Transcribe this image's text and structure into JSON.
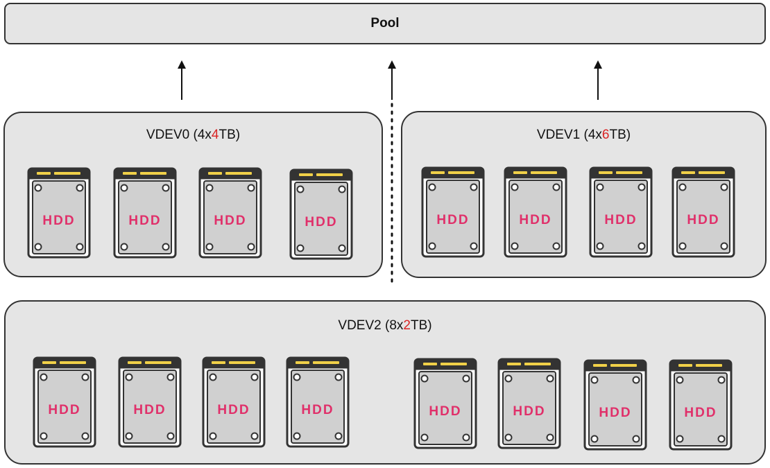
{
  "pool": {
    "label": "Pool"
  },
  "vdevs": [
    {
      "prefix": "VDEV0 (4x",
      "size": "4",
      "suffix": "TB)",
      "disk_count": 4
    },
    {
      "prefix": "VDEV1 (4x",
      "size": "6",
      "suffix": "TB)",
      "disk_count": 4
    },
    {
      "prefix": "VDEV2 (8x",
      "size": "2",
      "suffix": "TB)",
      "disk_count": 8
    }
  ],
  "disk_label": "HDD",
  "colors": {
    "panel": "#e5e5e5",
    "outline": "#333333",
    "size_highlight": "#d92525",
    "hdd_label": "#e0306a",
    "hdd_connector": "#f0d048"
  }
}
